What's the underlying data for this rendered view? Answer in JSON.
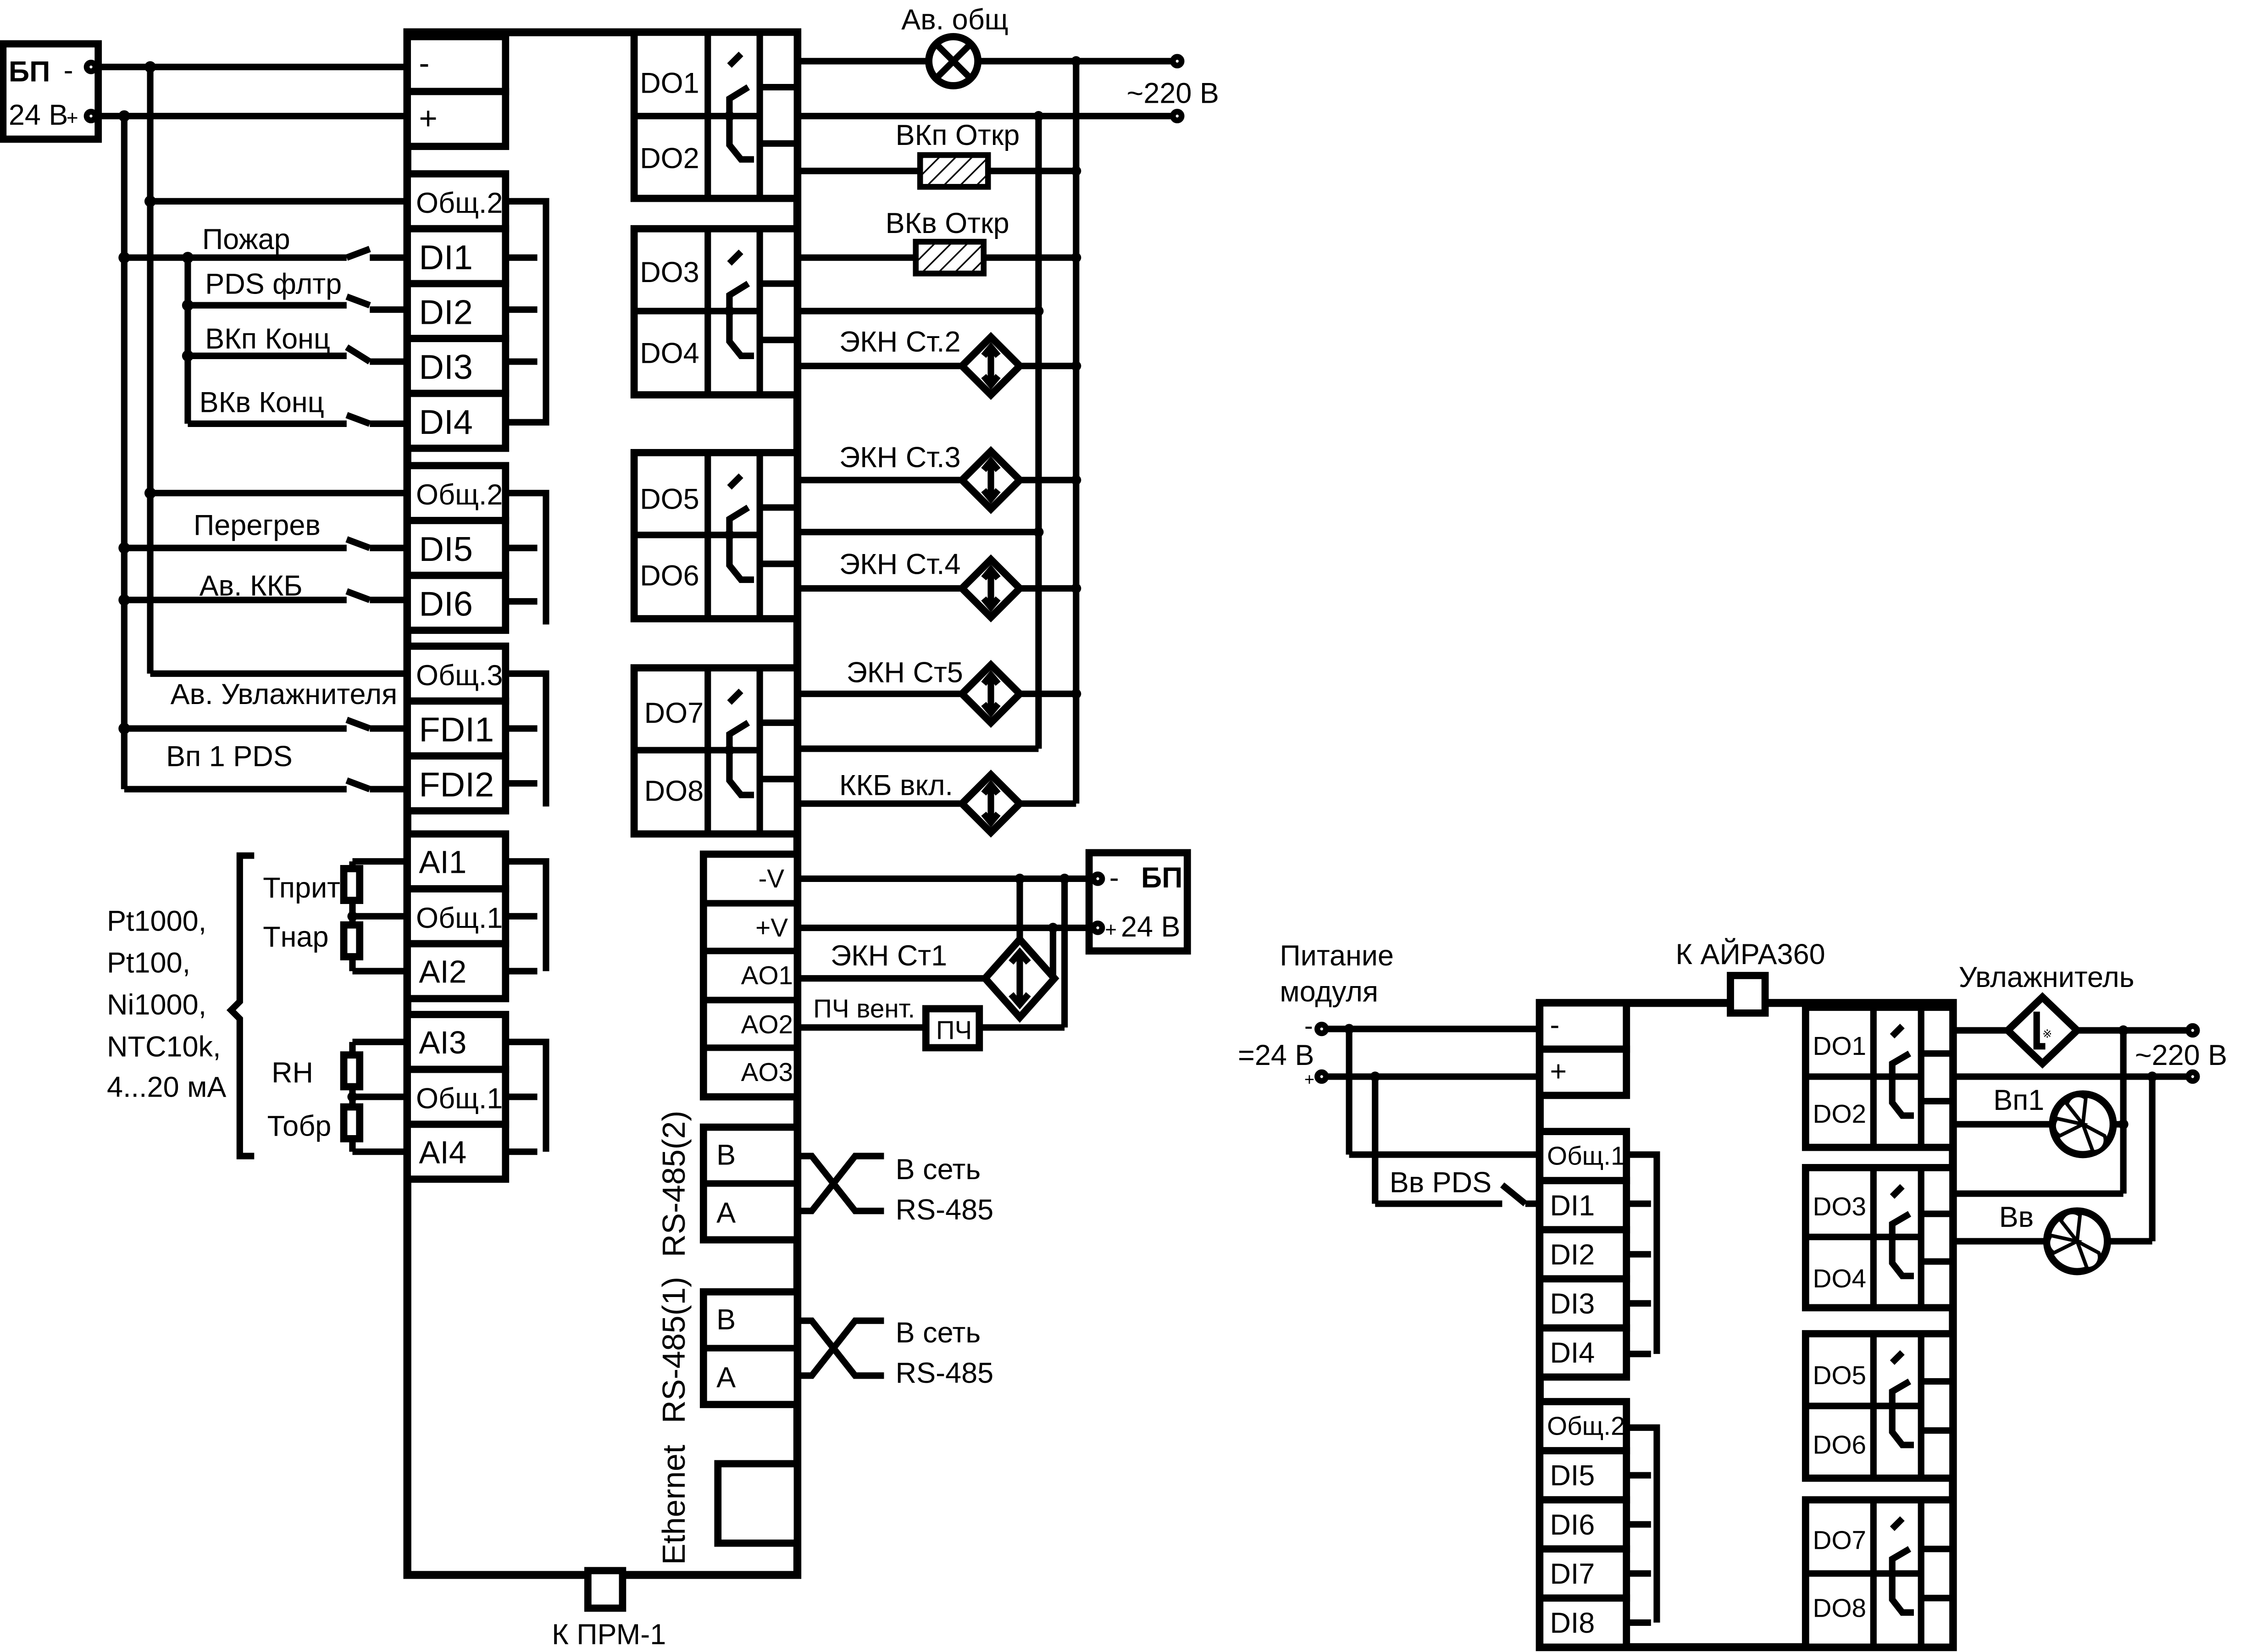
{
  "power_left_top": {
    "label": "БП",
    "minus": "-",
    "voltage": "24 В",
    "plus": "+"
  },
  "main_module": {
    "power": [
      "-",
      "+"
    ],
    "di_groups": [
      {
        "common": "Общ.2",
        "inputs": [
          "DI1",
          "DI2",
          "DI3",
          "DI4"
        ]
      },
      {
        "common": "Общ.2",
        "inputs": [
          "DI5",
          "DI6"
        ]
      },
      {
        "common": "Общ.3",
        "inputs": [
          "FDI1",
          "FDI2"
        ]
      }
    ],
    "ai_groups": [
      {
        "inputs": [
          "AI1",
          "Общ.1",
          "AI2"
        ]
      },
      {
        "inputs": [
          "AI3",
          "Общ.1",
          "AI4"
        ]
      }
    ],
    "do_groups": [
      [
        "DO1",
        "DO2"
      ],
      [
        "DO3",
        "DO4"
      ],
      [
        "DO5",
        "DO6"
      ],
      [
        "DO7",
        "DO8"
      ]
    ],
    "ao_block": [
      "-V",
      "+V",
      "AO1",
      "AO2",
      "AO3"
    ],
    "rs485_2": {
      "label": "RS-485(2)",
      "terms": [
        "B",
        "A"
      ]
    },
    "rs485_1": {
      "label": "RS-485(1)",
      "terms": [
        "B",
        "A"
      ]
    },
    "ethernet": "Ethernet",
    "bottom_connector": "К ПРМ-1"
  },
  "di_signals": [
    "Пожар",
    "PDS флтр",
    "ВКп Конц",
    "ВКв Конц",
    "Перегрев",
    "Ав. ККБ",
    "Ав. Увлажнителя",
    "Вп 1 PDS"
  ],
  "sensors": {
    "tprit": "Тприт",
    "tnar": "Тнар",
    "rh": "RH",
    "tobr": "Тобр",
    "types": [
      "Pt1000,",
      "Pt100,",
      "Ni1000,",
      "NTC10k,",
      "4...20 мА"
    ]
  },
  "do_loads": [
    "Ав. общ",
    "ВКп Откр",
    "ВКв Откр",
    "ЭКН Ст.2",
    "ЭКН Ст.3",
    "ЭКН Ст.4",
    "ЭКН Ст5",
    "ККБ вкл."
  ],
  "mains_top": "~220 В",
  "ao_loads": {
    "ekn1": "ЭКН Ст1",
    "pch_label": "ПЧ вент.",
    "pch_box": "ПЧ"
  },
  "power_right": {
    "label": "БП",
    "minus": "-",
    "plus": "+",
    "voltage": "24 В"
  },
  "network": [
    {
      "line1": "В сеть",
      "line2": "RS-485"
    },
    {
      "line1": "В сеть",
      "line2": "RS-485"
    }
  ],
  "second_module": {
    "supply": {
      "line1": "Питание",
      "line2": "модуля",
      "voltage": "=24 В",
      "minus": "-",
      "plus": "+"
    },
    "connector": "К АЙРА360",
    "power": [
      "-",
      "+"
    ],
    "di_groups": [
      {
        "common": "Общ.1",
        "inputs": [
          "DI1",
          "DI2",
          "DI3",
          "DI4"
        ]
      },
      {
        "common": "Общ.2",
        "inputs": [
          "DI5",
          "DI6",
          "DI7",
          "DI8"
        ]
      }
    ],
    "do_groups": [
      [
        "DO1",
        "DO2"
      ],
      [
        "DO3",
        "DO4"
      ],
      [
        "DO5",
        "DO6"
      ],
      [
        "DO7",
        "DO8"
      ]
    ],
    "pds_label": "Вв PDS",
    "loads": {
      "humidifier": "Увлажнитель",
      "fan1": "Вп1",
      "fan2": "Вв"
    },
    "mains": "~220 В"
  }
}
